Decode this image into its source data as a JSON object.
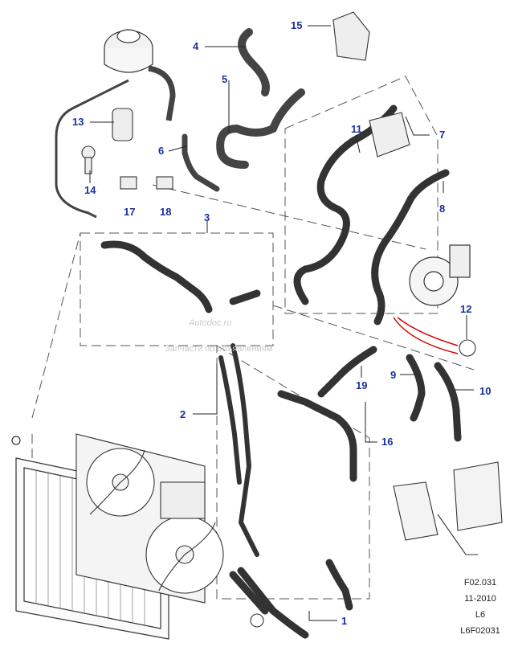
{
  "callouts": {
    "c1": "1",
    "c2": "2",
    "c3": "3",
    "c4": "4",
    "c5": "5",
    "c6": "6",
    "c7": "7",
    "c8": "8",
    "c9": "9",
    "c10": "10",
    "c11": "11",
    "c12": "12",
    "c13": "13",
    "c14": "14",
    "c15": "15",
    "c16": "16",
    "c17": "17",
    "c18": "18",
    "c19": "19"
  },
  "reference": {
    "figure_code": "F02.031",
    "date": "11-2010",
    "model": "L6",
    "drawing_id": "L6F02031"
  },
  "watermark": {
    "brand": "Autodoc.ru",
    "subtitle": "Запчасти по объявлениям"
  },
  "colors": {
    "callout": "#1a2fa0",
    "line": "#222222",
    "highlight": "#d40000"
  }
}
